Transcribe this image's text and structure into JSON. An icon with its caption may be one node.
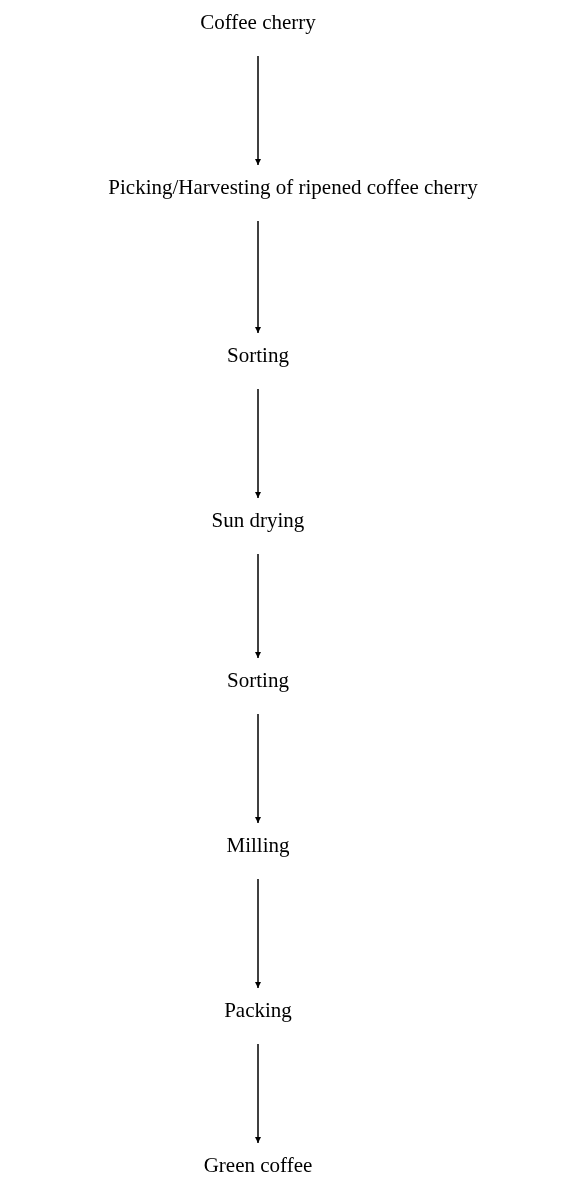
{
  "diagram": {
    "nodes": [
      {
        "text": [
          "Coffee cherry"
        ]
      },
      {
        "text": [
          "Picking/Harvesting of ripened coffee cherry"
        ]
      },
      {
        "text": [
          "Sorting"
        ]
      },
      {
        "text": [
          "Sun drying"
        ]
      },
      {
        "text": [
          "Sorting"
        ]
      },
      {
        "text": [
          "Milling"
        ]
      },
      {
        "text": [
          "Packing"
        ]
      },
      {
        "text": [
          "Green coffee"
        ]
      }
    ],
    "edges": [
      {
        "from": 0,
        "to": 1,
        "arrow": "to"
      },
      {
        "from": 1,
        "to": 2,
        "arrow": "to"
      },
      {
        "from": 2,
        "to": 3,
        "arrow": "to"
      },
      {
        "from": 3,
        "to": 4,
        "arrow": "to"
      },
      {
        "from": 4,
        "to": 5,
        "arrow": "to"
      },
      {
        "from": 5,
        "to": 6,
        "arrow": "to"
      },
      {
        "from": 6,
        "to": 7,
        "arrow": "to"
      }
    ]
  }
}
